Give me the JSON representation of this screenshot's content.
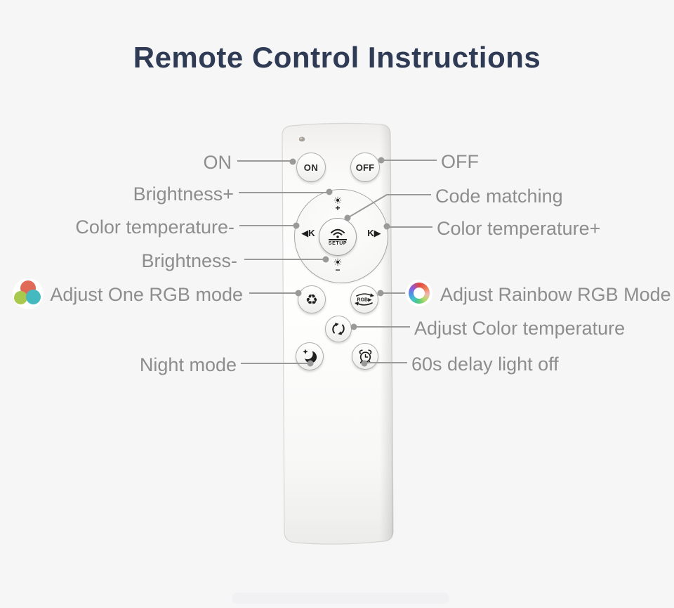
{
  "title": "Remote Control Instructions",
  "colors": {
    "background": "#f6f6f7",
    "title_text": "#2f3b54",
    "label_text": "#8d8d8d",
    "connector_line": "#9a9a9a",
    "button_glyph": "#1e1e1e",
    "one_rgb_icon": {
      "red": "#e06a57",
      "green": "#a8c94d",
      "teal": "#45b9c0"
    }
  },
  "remote": {
    "on_label": "ON",
    "off_label": "OFF",
    "setup_label": "SETUP",
    "dpad": {
      "up_glyph": "☀",
      "up_sign": "+",
      "left_label": "◀K",
      "right_label": "K▶",
      "down_glyph": "☀",
      "down_sign": "−"
    },
    "one_rgb_glyph": "♻",
    "rainbow_rgb_text": "RGB▶"
  },
  "callouts": {
    "left": [
      {
        "label": "ON"
      },
      {
        "label": "Brightness+"
      },
      {
        "label": "Color temperature-"
      },
      {
        "label": "Brightness-"
      },
      {
        "label": "Adjust One RGB mode"
      },
      {
        "label": "Night mode"
      }
    ],
    "right": [
      {
        "label": "OFF"
      },
      {
        "label": "Code matching"
      },
      {
        "label": "Color temperature+"
      },
      {
        "label": "Adjust Rainbow RGB Mode"
      },
      {
        "label": "Adjust Color temperature"
      },
      {
        "label": "60s delay light off"
      }
    ]
  }
}
